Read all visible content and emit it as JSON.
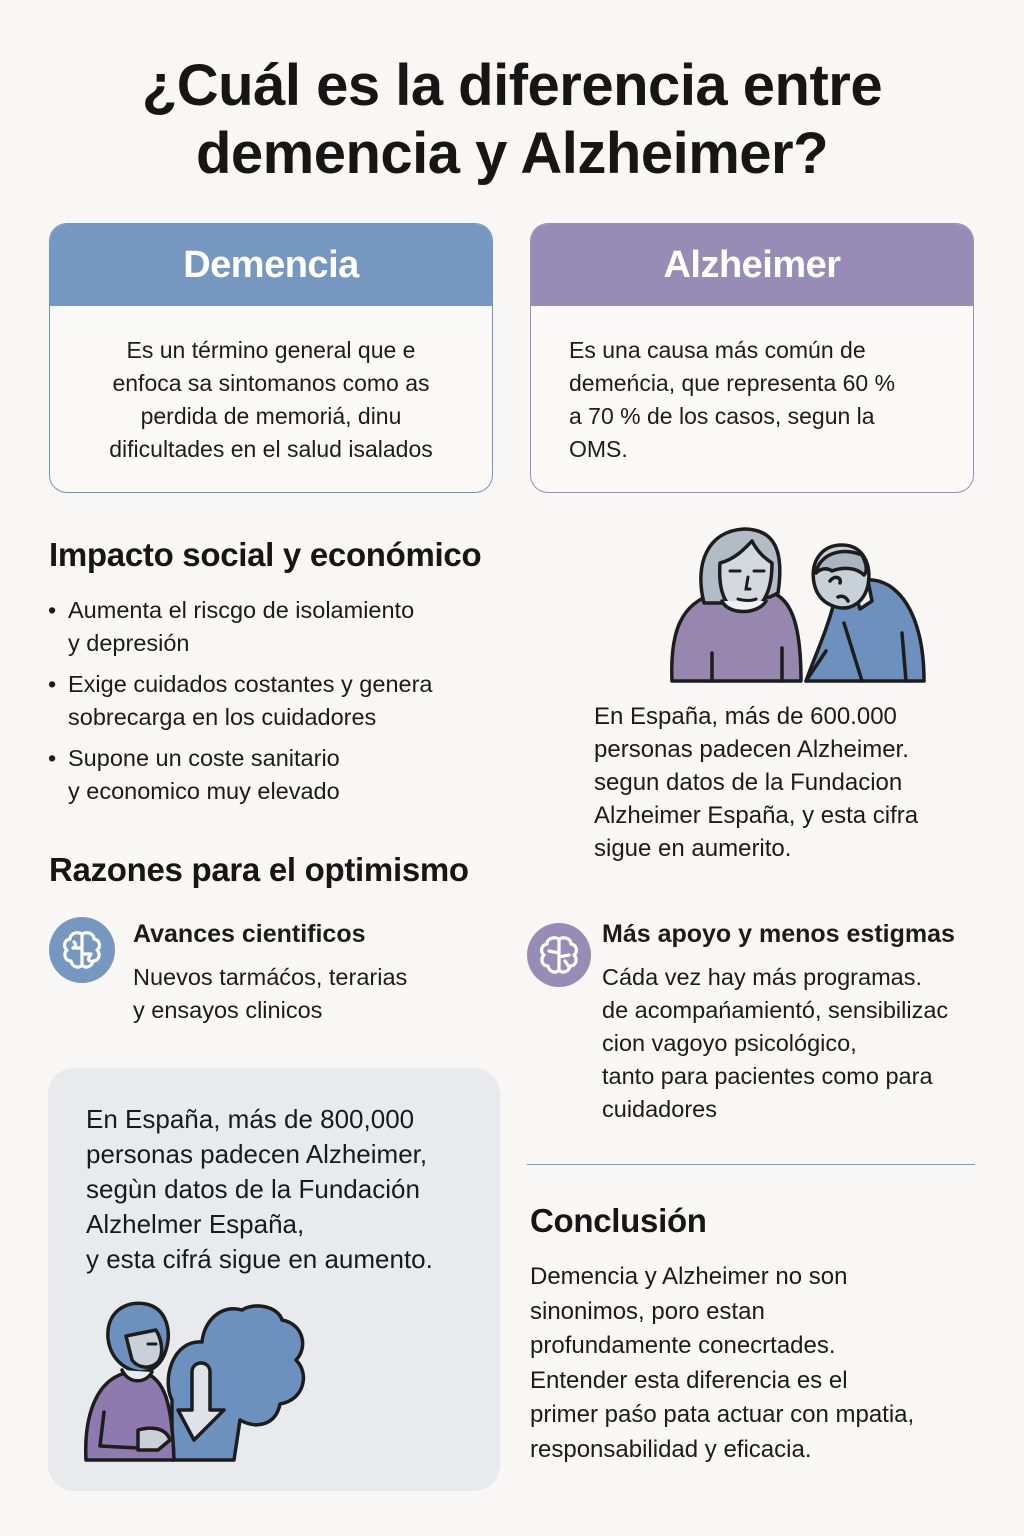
{
  "title": {
    "line1": "¿Cuál es la diferencia entre",
    "line2": "demencia y Alzheimer?"
  },
  "cards": {
    "dementia": {
      "label": "Demencia",
      "color": "#7597c0",
      "lines": [
        "Es un término general que e",
        "enfoca sa sintomanos como as",
        "perdida de memoriá, dinu",
        "dificultades en el salud isalados"
      ]
    },
    "alzheimer": {
      "label": "Alzheimer",
      "color": "#968cb6",
      "lines": [
        "Es una causa más común de",
        "demeńcia, que representa 60 %",
        "a 70 % de los casos, segun la",
        "OMS."
      ]
    }
  },
  "impact": {
    "heading": "Impacto social y económico",
    "bullets": [
      {
        "marker": "•",
        "lines": [
          "Aumenta el riscgo de isolamiento",
          "y depresión"
        ]
      },
      {
        "marker": "•",
        "lines": [
          "Exige cuidados costantes y genera",
          "sobrecarga en los cuidadores"
        ]
      },
      {
        "marker": "•",
        "lines": [
          "Supone un coste sanitario",
          "y economico muy elevado"
        ]
      }
    ]
  },
  "stat_side": {
    "illustration": "elderly-couple-illustration",
    "lines": [
      "En Españа, más de 600.000",
      "personas padecen Alzheimer.",
      "segun datos de la Fundacion",
      "Alzheimer España, y esta cifra",
      "sigue en aumerito."
    ]
  },
  "optimism": {
    "heading": "Razones para el optimismo",
    "items": [
      {
        "icon": "brain-icon",
        "color": "#7597c0",
        "title": "Avances cientificos",
        "lines": [
          "Nuevos tarmáćos, terarias",
          "y ensayos clinicos"
        ]
      },
      {
        "icon": "brain-icon",
        "color": "#968cb6",
        "title": "Más apoyo y menos estigmas",
        "lines": [
          "Cáda vez hay más programas.",
          "de acompańamientó, sensibilizac",
          "cion vagoyo psicológico,",
          "tanto para pacientes como para",
          "cuidadores"
        ]
      }
    ]
  },
  "stat_box": {
    "illustration": "caregiver-decline-illustration",
    "lines": [
      "En España, más de 800,000",
      "personas padecen Alzheimer,",
      "segùn datos de la Fundación",
      "Alzhelmer España,",
      "y esta cifrá sigue en aumento."
    ]
  },
  "conclusion": {
    "heading": "Conclusión",
    "lines": [
      "Demencia y Alzheimer no son",
      "sinonimos, poro estan",
      "profundamente conecrtades.",
      "Entender esta diferencia es el",
      "primer paśo pata actuar con mpatia,",
      "responsabilidad y eficacia."
    ]
  },
  "colors": {
    "background": "#f8f7f5",
    "blue": "#7597c0",
    "purple": "#968cb6",
    "panel": "#e9eaee"
  }
}
